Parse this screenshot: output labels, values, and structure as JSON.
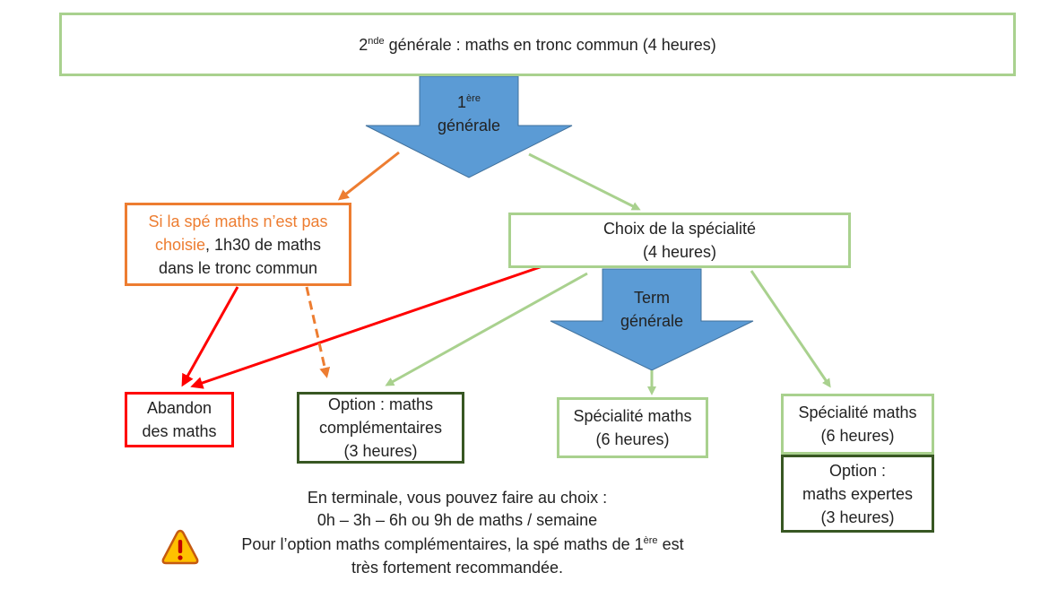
{
  "top_box": {
    "main": "2",
    "sup": "nde",
    "rest": " générale : maths en tronc commun (4 heures)"
  },
  "arrow_premiere": {
    "line1": "1",
    "line1_sup": "ère",
    "line2": "générale"
  },
  "arrow_term": {
    "line1": "Term",
    "line2": "générale"
  },
  "no_spe_box": {
    "orange_text": "Si la spé maths n’est pas choisie",
    "rest": ", 1h30 de maths dans le tronc commun"
  },
  "choix_box": {
    "line1": "Choix de la spécialité",
    "line2": "(4 heures)"
  },
  "abandon_box": {
    "line1": "Abandon",
    "line2": "des maths"
  },
  "option_comp_box": {
    "line1": "Option : maths",
    "line2": "complémentaires",
    "line3": "(3 heures)"
  },
  "spe_center_box": {
    "line1": "Spécialité maths",
    "line2": "(6 heures)"
  },
  "spe_right_box": {
    "line1": "Spécialité maths",
    "line2": "(6 heures)"
  },
  "option_expert_box": {
    "line1": "Option :",
    "line2": "maths expertes",
    "line3": "(3 heures)"
  },
  "notes": {
    "line1": "En terminale, vous pouvez faire au choix :",
    "line2": "0h – 3h – 6h ou 9h de maths / semaine",
    "line3_pre": "Pour l’option maths complémentaires, la spé maths de 1",
    "line3_sup": "ère",
    "line3_post": " est",
    "line4": "très fortement recommandée."
  },
  "colors": {
    "light_green": "#a9d18e",
    "dark_green": "#385723",
    "orange": "#ed7d31",
    "red": "#ff0000",
    "blue": "#5b9bd5"
  },
  "icons": {
    "warning": "warning-icon"
  }
}
